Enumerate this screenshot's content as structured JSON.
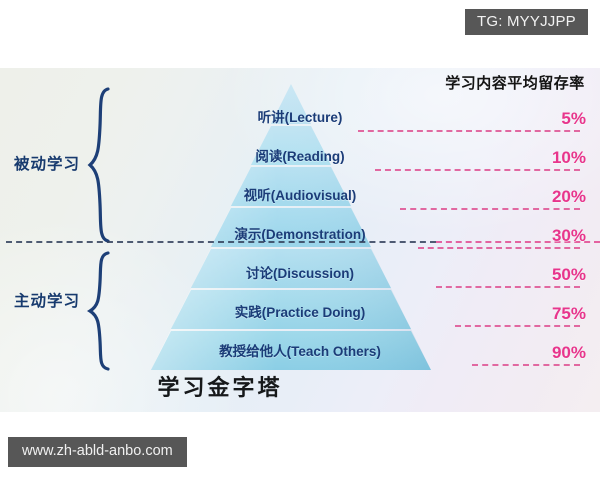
{
  "watermarks": {
    "top_badge": "TG: MYYJJPP",
    "bottom_site": "www.zh-abld-anbo.com"
  },
  "panel": {
    "pyramid_title": "学习金字塔",
    "retention_title": "学习内容平均留存率",
    "section_labels": {
      "passive": "被动学习",
      "active": "主动学习"
    },
    "brace_glyph": "{"
  },
  "chart_data": {
    "type": "bar",
    "title": "学习金字塔",
    "xlabel": "",
    "ylabel": "学习内容平均留存率",
    "categories": [
      "听讲(Lecture)",
      "阅读(Reading)",
      "视听(Audiovisual)",
      "演示(Demonstration)",
      "讨论(Discussion)",
      "实践(Practice Doing)",
      "教授给他人(Teach Others)"
    ],
    "values": [
      5,
      10,
      20,
      30,
      50,
      75,
      90
    ],
    "value_labels": [
      "5%",
      "10%",
      "20%",
      "30%",
      "50%",
      "75%",
      "90%"
    ],
    "groups": [
      {
        "name": "被动学习",
        "categories": [
          0,
          1,
          2,
          3
        ]
      },
      {
        "name": "主动学习",
        "categories": [
          4,
          5,
          6
        ]
      }
    ],
    "ylim": [
      0,
      100
    ],
    "grid": false,
    "legend": "none",
    "colors": {
      "accent_pink": "#e8358c",
      "tier_text": "#1b3c78",
      "tier_fill_top": "#bfe3f2",
      "tier_fill_bottom": "#8fcbe8",
      "divider": "#33415c"
    }
  },
  "tiers": [
    {
      "label": "听讲(Lecture)",
      "pct": "5%"
    },
    {
      "label": "阅读(Reading)",
      "pct": "10%"
    },
    {
      "label": "视听(Audiovisual)",
      "pct": "20%"
    },
    {
      "label": "演示(Demonstration)",
      "pct": "30%"
    },
    {
      "label": "讨论(Discussion)",
      "pct": "50%"
    },
    {
      "label": "实践(Practice Doing)",
      "pct": "75%"
    },
    {
      "label": "教授给他人(Teach Others)",
      "pct": "90%"
    }
  ]
}
